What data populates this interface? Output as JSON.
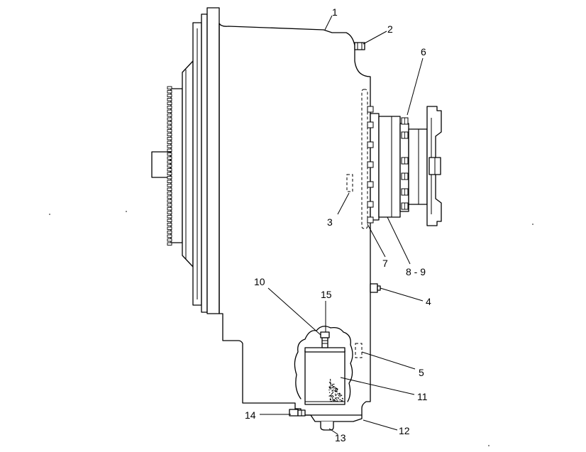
{
  "callouts": {
    "c1": "1",
    "c2": "2",
    "c3": "3",
    "c4": "4",
    "c5": "5",
    "c6": "6",
    "c7": "7",
    "c8_9": "8 - 9",
    "c10": "10",
    "c11": "11",
    "c12": "12",
    "c13": "13",
    "c14": "14",
    "c15": "15"
  }
}
